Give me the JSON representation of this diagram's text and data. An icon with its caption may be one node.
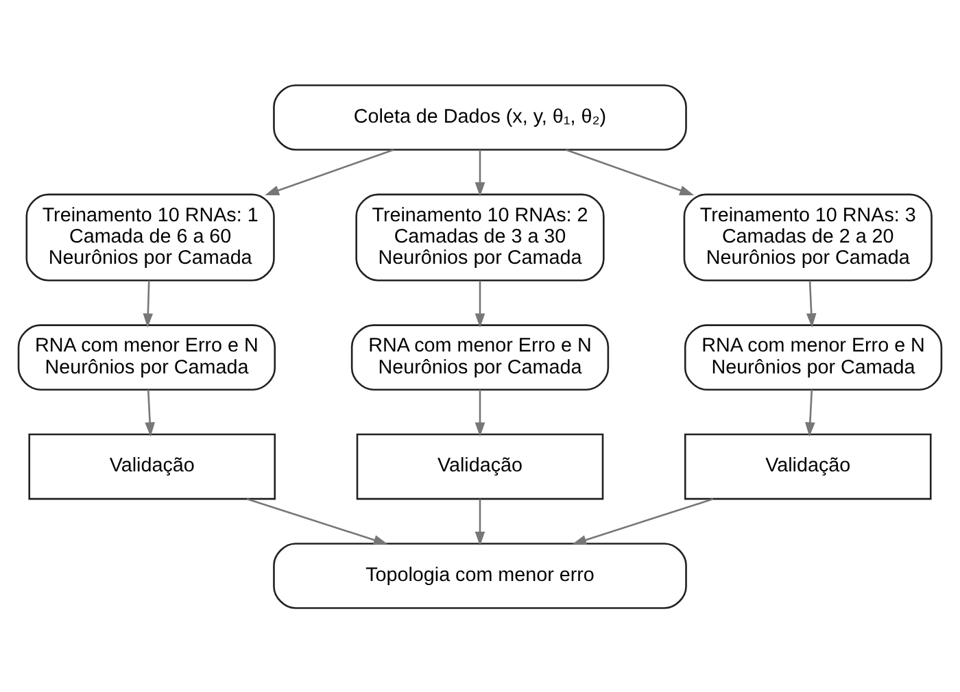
{
  "diagram": {
    "nodes": [
      {
        "text": [
          "Coleta de Dados (x, y, θ₁, θ₂)"
        ]
      },
      {
        "text": [
          "Treinamento 10 RNAs: 1 Camada de 6 a 60 Neurônios por Camada"
        ]
      },
      {
        "text": [
          "Treinamento 10 RNAs: 2 Camadas de 3 a 30 Neurônios por Camada"
        ]
      },
      {
        "text": [
          "Treinamento 10 RNAs: 3 Camadas de 2 a 20 Neurônios por Camada"
        ]
      },
      {
        "text": [
          "RNA com menor Erro e N Neurônios por Camada"
        ]
      },
      {
        "text": [
          "RNA com menor Erro e N Neurônios por Camada"
        ]
      },
      {
        "text": [
          "RNA com menor Erro e N Neurônios por Camada"
        ]
      },
      {
        "text": [
          "Validação"
        ]
      },
      {
        "text": [
          "Validação"
        ]
      },
      {
        "text": [
          "Validação"
        ]
      },
      {
        "text": [
          "Topologia com menor erro"
        ]
      }
    ],
    "edges": [
      {
        "from": 0,
        "to": 1,
        "arrow": "to"
      },
      {
        "from": 0,
        "to": 2,
        "arrow": "to"
      },
      {
        "from": 0,
        "to": 3,
        "arrow": "to"
      },
      {
        "from": 1,
        "to": 4,
        "arrow": "to"
      },
      {
        "from": 2,
        "to": 5,
        "arrow": "to"
      },
      {
        "from": 3,
        "to": 6,
        "arrow": "to"
      },
      {
        "from": 4,
        "to": 7,
        "arrow": "to"
      },
      {
        "from": 5,
        "to": 8,
        "arrow": "to"
      },
      {
        "from": 6,
        "to": 9,
        "arrow": "to"
      },
      {
        "from": 7,
        "to": 10,
        "arrow": "to"
      },
      {
        "from": 8,
        "to": 10,
        "arrow": "to"
      },
      {
        "from": 9,
        "to": 10,
        "arrow": "to"
      }
    ]
  }
}
